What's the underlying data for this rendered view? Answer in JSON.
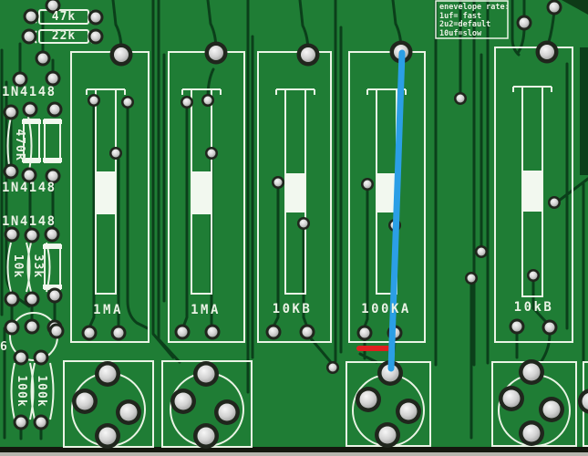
{
  "colors": {
    "board_green": "#1f7d35",
    "silkscreen_white": "#eaf4e5",
    "trace_dark": "#0b3f1a",
    "pad_silver": "#d2d2d2",
    "annotation_blue": "#2b9fe6",
    "annotation_red": "#e01f1f"
  },
  "top_resistors": [
    {
      "label": "47k"
    },
    {
      "label": "22k"
    }
  ],
  "left_column": {
    "diode1": "1N4148",
    "res_470r": "470R",
    "diode2": "1N4148",
    "diode3": "1N4148",
    "res_10k": "10k",
    "res_33k": "33k",
    "pin_label": "6",
    "res_100k_left": "100k",
    "res_100k_right": "100k"
  },
  "note_box": {
    "lines": [
      "enevelope rate:",
      "1uf= fast",
      "2u2=default",
      "10uf=slow"
    ]
  },
  "sliders": [
    {
      "label": "1MA"
    },
    {
      "label": "1MA"
    },
    {
      "label": "10KB"
    },
    {
      "label": "100KA"
    },
    {
      "label": "10kB"
    }
  ]
}
